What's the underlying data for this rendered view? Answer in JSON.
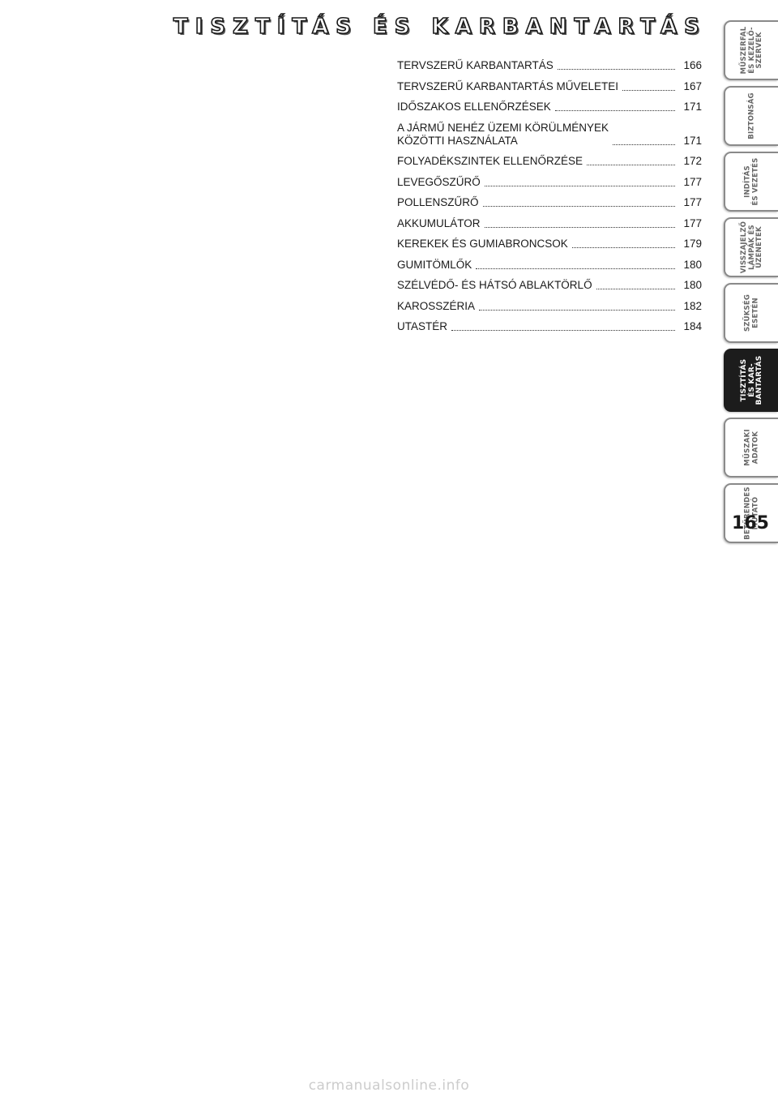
{
  "title": "TISZTÍTÁS ÉS KARBANTARTÁS",
  "toc": [
    {
      "label": [
        "TERVSZERŰ KARBANTARTÁS"
      ],
      "page": "166"
    },
    {
      "label": [
        "TERVSZERŰ KARBANTARTÁS MŰVELETEI"
      ],
      "page": "167"
    },
    {
      "label": [
        "IDŐSZAKOS ELLENŐRZÉSEK"
      ],
      "page": "171"
    },
    {
      "label": [
        "A JÁRMŰ NEHÉZ ÜZEMI KÖRÜLMÉNYEK",
        "KÖZÖTTI HASZNÁLATA"
      ],
      "page": "171"
    },
    {
      "label": [
        "FOLYADÉKSZINTEK ELLENŐRZÉSE"
      ],
      "page": "172"
    },
    {
      "label": [
        "LEVEGŐSZŰRŐ"
      ],
      "page": "177"
    },
    {
      "label": [
        "POLLENSZŰRŐ"
      ],
      "page": "177"
    },
    {
      "label": [
        "AKKUMULÁTOR"
      ],
      "page": "177"
    },
    {
      "label": [
        "KEREKEK ÉS GUMIABRONCSOK"
      ],
      "page": "179"
    },
    {
      "label": [
        "GUMITÖMLŐK"
      ],
      "page": "180"
    },
    {
      "label": [
        "SZÉLVÉDŐ- ÉS HÁTSÓ ABLAKTÖRLŐ"
      ],
      "page": "180"
    },
    {
      "label": [
        "KAROSSZÉRIA"
      ],
      "page": "182"
    },
    {
      "label": [
        "UTASTÉR"
      ],
      "page": "184"
    }
  ],
  "tabs": [
    {
      "label": "MŰSZERFAL\nÉS KEZELŐ-\nSZERVEK",
      "active": false
    },
    {
      "label": "BIZTONSÁG",
      "active": false
    },
    {
      "label": "INDÍTÁS\nÉS VEZETÉS",
      "active": false
    },
    {
      "label": "VISSZAJELZŐ\nLÁMPÁK ÉS\nÜZENETEK",
      "active": false
    },
    {
      "label": "SZÜKSÉG\nESETÉN",
      "active": false
    },
    {
      "label": "TISZTÍTÁS\nÉS KAR-\nBANTARTÁS",
      "active": true
    },
    {
      "label": "MŰSZAKI\nADATOK",
      "active": false
    },
    {
      "label": "BETŰRENDES\nMUTATÓ",
      "active": false
    }
  ],
  "page_number": "165",
  "watermark": "carmanualsonline.info",
  "colors": {
    "text": "#1a1a1a",
    "tab_active": "#1c1c1c",
    "tab_border": "#8a8a8a",
    "watermark": "#cccccc"
  }
}
